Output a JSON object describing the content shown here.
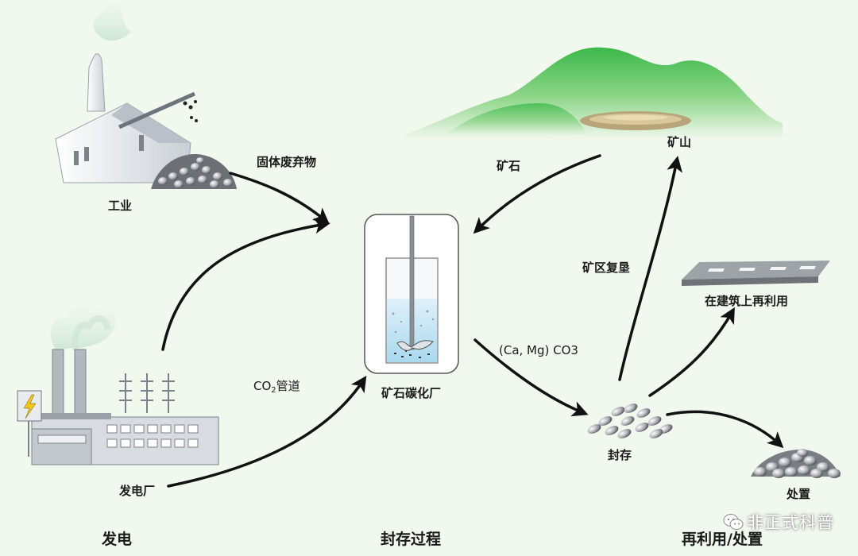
{
  "labels": {
    "industry": "工业",
    "solid_waste": "固体废弃物",
    "ore": "矿石",
    "mine": "矿山",
    "mine_reclamation": "矿区复垦",
    "reuse_in_construction": "在建筑上再利用",
    "carbonate_formula_prefix": "(Ca, Mg) CO",
    "carbonate_formula_sub": "3",
    "co2_pipeline_prefix": "CO",
    "co2_pipeline_sub": "2",
    "co2_pipeline_suffix": "管道",
    "carbonation_plant": "矿石碳化厂",
    "storage": "封存",
    "disposal": "处置",
    "power_plant": "发电厂"
  },
  "sections": {
    "generation": "发电",
    "storage_process": "封存过程",
    "reuse_disposal": "再利用/处置"
  },
  "watermark": "非正式科普",
  "colors": {
    "background": "#f1f8ee",
    "mountain_green": "#3cb84a",
    "arrow": "#111111",
    "water": "#bfe3f2"
  }
}
